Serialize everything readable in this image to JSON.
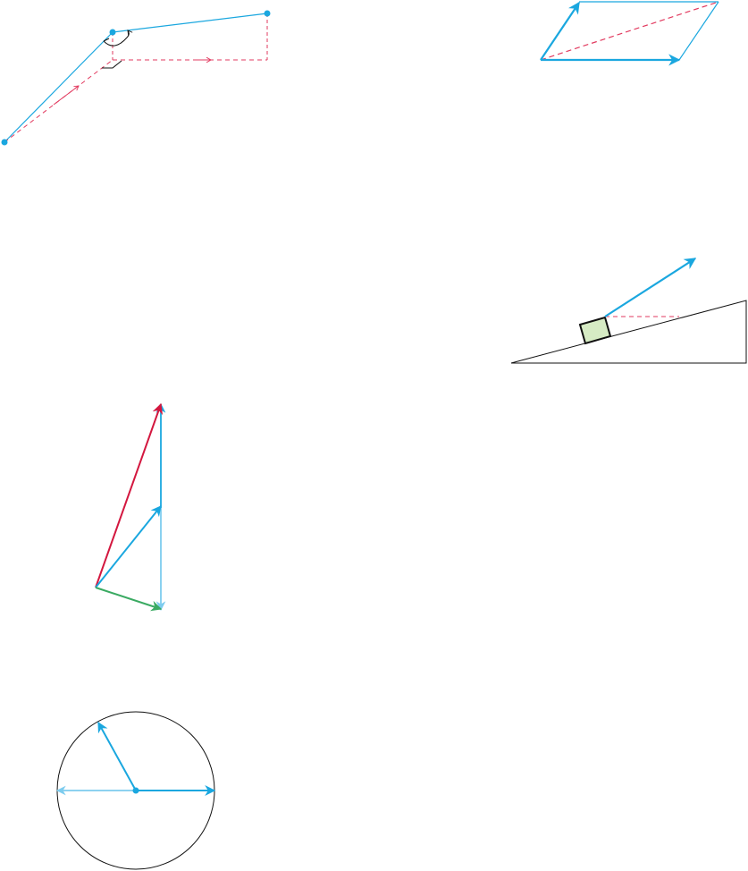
{
  "colors": {
    "vector_blue": "#1aa7df",
    "vector_light_blue": "#7dccee",
    "dashed_red": "#e23a5f",
    "resultant_crimson": "#d3173f",
    "green": "#3aaa62",
    "block_fill": "#d6ebc4",
    "black": "#111111"
  },
  "figures": [
    "vector-path-with-projection",
    "parallelogram-vector-sum",
    "block-on-incline",
    "vector-triangle-addition",
    "unit-circle-vectors"
  ]
}
